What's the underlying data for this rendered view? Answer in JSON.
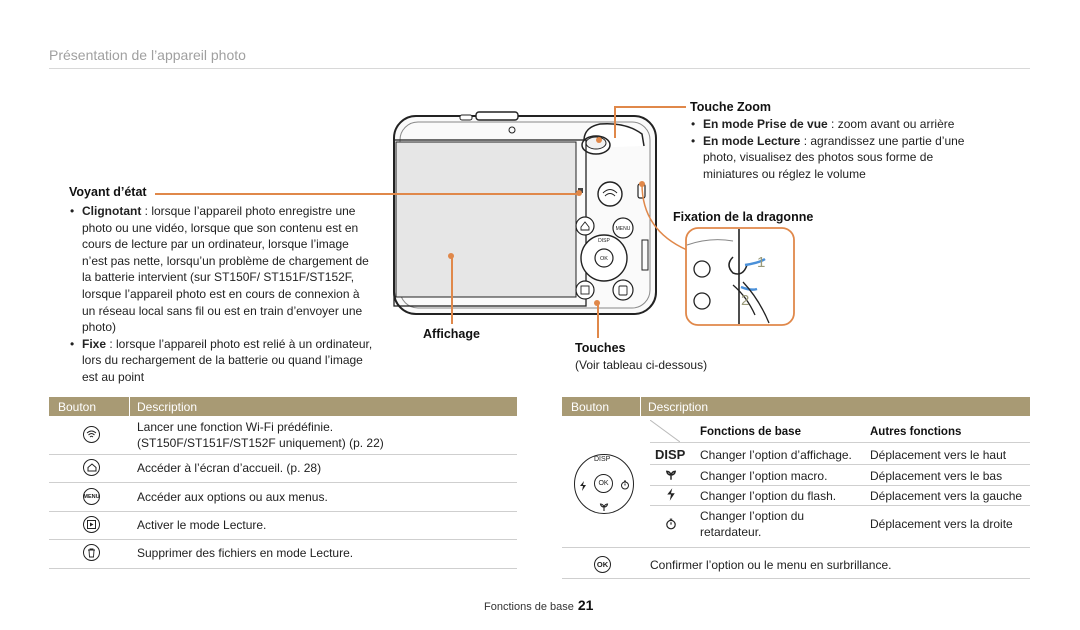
{
  "header": {
    "title": "Présentation de l’appareil photo"
  },
  "callouts": {
    "voyant": {
      "title": "Voyant d’état",
      "items": [
        {
          "term": "Clignotant",
          "text": " : lorsque l’appareil photo enregistre une photo ou une vidéo, lorsque que son contenu est en cours de lecture par un ordinateur, lorsque l’image n’est pas nette, lorsqu’un problème de chargement de la batterie intervient (sur ST150F/ ST151F/ST152F, lorsque l’appareil photo est en cours de connexion à un réseau local sans fil ou est en train d’envoyer une photo)"
        },
        {
          "term": "Fixe",
          "text": " : lorsque l’appareil photo est relié à un ordinateur, lors du rechargement de la batterie ou quand l’image est au point"
        }
      ]
    },
    "affichage": {
      "title": "Affichage"
    },
    "zoom": {
      "title": "Touche Zoom",
      "items": [
        {
          "term": "En mode Prise de vue",
          "text": " : zoom avant ou arrière"
        },
        {
          "term": "En mode Lecture",
          "text": " : agrandissez une partie d’une photo, visualisez des photos sous forme de miniatures ou réglez le volume"
        }
      ]
    },
    "dragonne": {
      "title": "Fixation de la dragonne",
      "step1": "1",
      "step2": "2"
    },
    "touches": {
      "title": "Touches",
      "note": "(Voir tableau ci-dessous)"
    }
  },
  "camera_labels": {
    "disp": "DISP",
    "ok": "OK",
    "menu": "MENU"
  },
  "left_table": {
    "headers": [
      "Bouton",
      "Description"
    ],
    "rows": [
      {
        "icon": "wifi-icon",
        "desc": "Lancer une fonction Wi-Fi prédéfinie. (ST150F/ST151F/ST152F uniquement) (p. 22)"
      },
      {
        "icon": "home-icon",
        "desc": "Accéder à l’écran d’accueil. (p. 28)"
      },
      {
        "icon": "menu-icon",
        "icon_text": "MENU",
        "desc": "Accéder aux options ou aux menus."
      },
      {
        "icon": "playback-icon",
        "desc": "Activer le mode Lecture."
      },
      {
        "icon": "trash-icon",
        "desc": "Supprimer des fichiers en mode Lecture."
      }
    ]
  },
  "right_table": {
    "headers": [
      "Bouton",
      "Description"
    ],
    "sub_headers": [
      "Fonctions de base",
      "Autres fonctions"
    ],
    "dpad": {
      "disp": "DISP",
      "ok": "OK"
    },
    "rows": [
      {
        "icon": "disp-icon",
        "icon_text": "DISP",
        "base": "Changer l’option d’affichage.",
        "other": "Déplacement vers le haut"
      },
      {
        "icon": "macro-icon",
        "base": "Changer l’option macro.",
        "other": "Déplacement vers le bas"
      },
      {
        "icon": "flash-icon",
        "base": "Changer l’option du flash.",
        "other": "Déplacement vers la gauche"
      },
      {
        "icon": "timer-icon",
        "base": "Changer l’option du retardateur.",
        "other": "Déplacement vers la droite"
      }
    ],
    "ok_row": {
      "icon": "ok-icon",
      "icon_text": "OK",
      "desc": "Confirmer l’option ou le menu en surbrillance."
    }
  },
  "footer": {
    "section": "Fonctions de base",
    "page": "21"
  },
  "colors": {
    "accent": "#e0884a",
    "table_header": "#a89a74",
    "header_text": "#a0a0a0"
  }
}
